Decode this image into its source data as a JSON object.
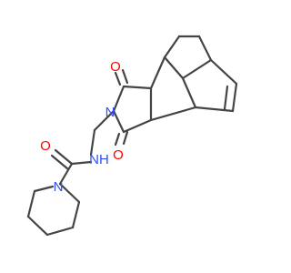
{
  "molecule": {
    "atoms": [
      {
        "id": "a1",
        "symbol": "O",
        "color": "#ff0000"
      },
      {
        "id": "a2",
        "symbol": "N",
        "color": "#3050f8"
      },
      {
        "id": "a3",
        "symbol": "O",
        "color": "#ff0000"
      },
      {
        "id": "a4",
        "symbol": "NH",
        "color": "#3050f8"
      },
      {
        "id": "a5",
        "symbol": "O",
        "color": "#ff0000"
      },
      {
        "id": "a6",
        "symbol": "N",
        "color": "#3050f8"
      }
    ],
    "bond_color": "#444444"
  }
}
